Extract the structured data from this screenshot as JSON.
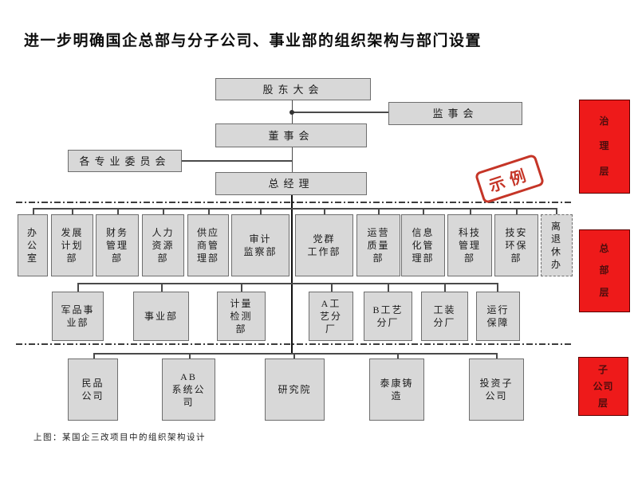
{
  "title": "进一步明确国企总部与分子公司、事业部的组织架构与部门设置",
  "caption": "上图：某国企三改项目中的组织架构设计",
  "stamp": "示例",
  "colors": {
    "node_fill": "#d8d8d8",
    "node_border": "#6e6e6e",
    "connector": "#4a4a4a",
    "layer_red": "#ee1a1a",
    "stamp_red": "#c53527"
  },
  "org": {
    "top": {
      "shareholders": "股东大会",
      "supervisory": "监事会",
      "board": "董事会",
      "committees": "各专业委员会",
      "general_manager": "总经理"
    },
    "hq_departments": [
      {
        "label": "办\n公\n室"
      },
      {
        "label": "发展\n计划\n部"
      },
      {
        "label": "财务\n管理\n部"
      },
      {
        "label": "人力\n资源\n部"
      },
      {
        "label": "供应\n商管\n理部"
      },
      {
        "label": "审计\n监察部"
      },
      {
        "label": "党群\n工作部"
      },
      {
        "label": "运营\n质量\n部"
      },
      {
        "label": "信息\n化管\n理部"
      },
      {
        "label": "科技\n管理\n部"
      },
      {
        "label": "技安\n环保\n部"
      },
      {
        "label": "离\n退\n休\n办"
      }
    ],
    "business_units": [
      {
        "label": "军品事\n业部"
      },
      {
        "label": "事业部"
      },
      {
        "label": "计量\n检测\n部"
      },
      {
        "label": "A工\n艺分\n厂"
      },
      {
        "label": "B工艺\n分厂"
      },
      {
        "label": "工装\n分厂"
      },
      {
        "label": "运行\n保障"
      }
    ],
    "subsidiaries": [
      {
        "label": "民品\n公司"
      },
      {
        "label": "AB\n系统公\n司"
      },
      {
        "label": "研究院"
      },
      {
        "label": "泰康铸\n造"
      },
      {
        "label": "投资子\n公司"
      }
    ],
    "layers": [
      {
        "label": "治\n理\n层"
      },
      {
        "label": "总\n部\n层"
      },
      {
        "label": "子\n公司\n层"
      }
    ]
  }
}
